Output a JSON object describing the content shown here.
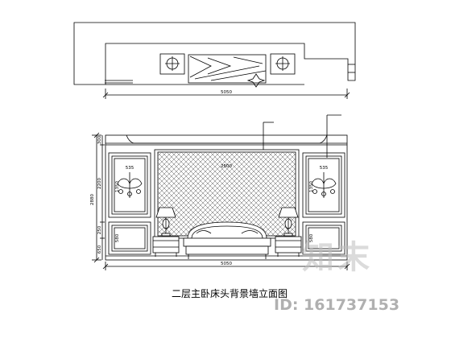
{
  "caption": "二层主卧床头背景墙立面图",
  "plan_dim": "5050",
  "elev_dims": {
    "width_bottom": "5050",
    "height_total": "2880",
    "left_vert_top": "300",
    "left_vert_mid": "2200",
    "left_vert_bot": "250",
    "left_vert_low": "650",
    "panel_w_left": "535",
    "panel_w_right": "535",
    "panel_h_left": "1350",
    "panel_h_right": "1350",
    "lower_h_left": "580",
    "lower_h_right": "580",
    "center_w": "2500"
  },
  "watermark": {
    "text": "知末",
    "id": "ID: 161737153"
  }
}
